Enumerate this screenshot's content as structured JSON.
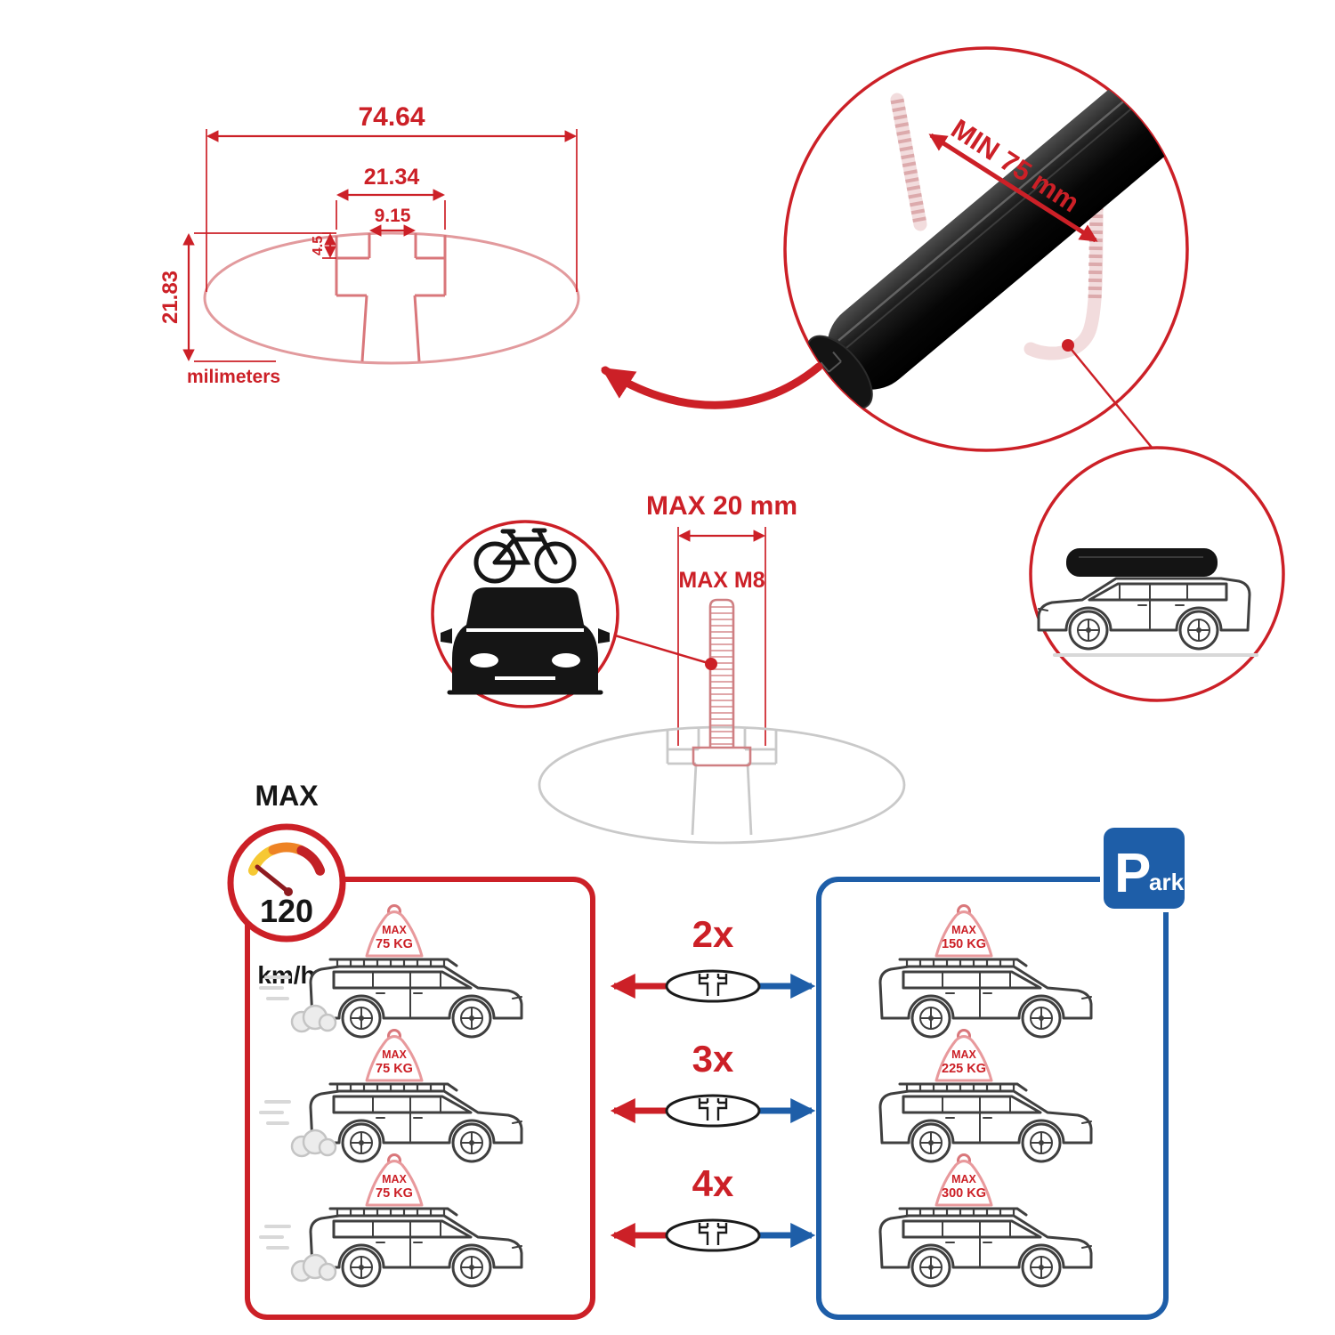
{
  "colors": {
    "accent_red": "#cc2027",
    "accent_blue": "#1e5ea8",
    "profile_pink": "#e29a9d",
    "ghost_gray": "#c9c9c9",
    "bar_black": "#0a0a0a",
    "gauge_yellow": "#f6c833",
    "gauge_orange": "#ee8324",
    "gauge_red": "#c22126"
  },
  "dimension_diagram": {
    "total_width": "74.64",
    "slot_outer_width": "21.34",
    "slot_opening_width": "9.15",
    "lip_depth": "4.5",
    "total_height": "21.83",
    "units": "milimeters"
  },
  "crossbar_detail": {
    "min_span": "MIN 75 mm"
  },
  "bolt_detail": {
    "max_width": "MAX 20 mm",
    "max_thread": "MAX M8"
  },
  "speed_limit": {
    "label": "MAX",
    "value": "120",
    "units": "km/h"
  },
  "quantities": {
    "q2": "2x",
    "q3": "3x",
    "q4": "4x"
  },
  "park_sign": {
    "letter": "P",
    "suffix": "ark"
  },
  "driving_cars": [
    {
      "max": "MAX",
      "load": "75 KG"
    },
    {
      "max": "MAX",
      "load": "75 KG"
    },
    {
      "max": "MAX",
      "load": "75 KG"
    }
  ],
  "parked_cars": [
    {
      "max": "MAX",
      "load": "150 KG"
    },
    {
      "max": "MAX",
      "load": "225 KG"
    },
    {
      "max": "MAX",
      "load": "300 KG"
    }
  ]
}
